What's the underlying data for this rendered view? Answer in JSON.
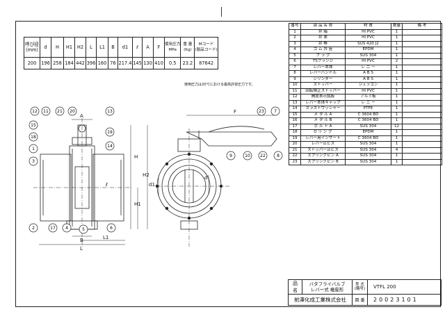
{
  "dims_table": {
    "headers": [
      "呼び径\n(mm)",
      "d",
      "H",
      "H1",
      "H2",
      "L",
      "L1",
      "B",
      "d1",
      "ℓ",
      "A",
      "F",
      "使用圧力\nMPa",
      "重 量\n(Kg)",
      "Mコード\n(製品コード)"
    ],
    "values": [
      "200",
      "196",
      "258",
      "184",
      "442",
      "396",
      "160",
      "76",
      "217.4",
      "145",
      "130",
      "410",
      "0.5",
      "23.2",
      "87642"
    ]
  },
  "pressure_note": "使用圧力は20℃における最高許容圧力です。",
  "parts_table": {
    "headers": [
      "番号",
      "部 品 名 称",
      "材 質",
      "数量",
      "備 考"
    ],
    "rows": [
      [
        "1",
        "弁 箱",
        "HI PVC",
        "1",
        ""
      ],
      [
        "2",
        "弁 体",
        "HI PVC",
        "1",
        ""
      ],
      [
        "3",
        "弁 棒",
        "SUS 420 J2",
        "1",
        ""
      ],
      [
        "4",
        "ゴ ム 弁 座",
        "EPDM",
        "1",
        ""
      ],
      [
        "5",
        "プ ラ グ",
        "SUS 304",
        "1",
        ""
      ],
      [
        "6",
        "TSフランジ",
        "HI PVC",
        "2",
        ""
      ],
      [
        "7",
        "レバー本体",
        "レ ニ ー",
        "1",
        ""
      ],
      [
        "8",
        "レバーハンドル",
        "A B S",
        "1",
        ""
      ],
      [
        "9",
        "シリンダー",
        "A B S",
        "1",
        ""
      ],
      [
        "10",
        "ストッパー",
        "ジュラコン",
        "1",
        ""
      ],
      [
        "11",
        "回転規正ストッパー",
        "HI PVC",
        "1",
        ""
      ],
      [
        "12",
        "開度表示銘板",
        "アルミ板",
        "1",
        ""
      ],
      [
        "13",
        "レバー本体キャップ",
        "レ ニ ー",
        "1",
        ""
      ],
      [
        "14",
        "スラストワッシャー",
        "PTFE",
        "1",
        ""
      ],
      [
        "15",
        "メ タ ル A",
        "C 3604 BD",
        "1",
        ""
      ],
      [
        "16",
        "メ タ ル B",
        "C 3604 BD",
        "1",
        ""
      ],
      [
        "17",
        "ボ ル ト A",
        "SUS 304",
        "12",
        ""
      ],
      [
        "18",
        "O リ ン グ",
        "EPDM",
        "1",
        ""
      ],
      [
        "19",
        "レバー用インサート",
        "C 3604 BD",
        "1",
        ""
      ],
      [
        "20",
        "レバー止ビス",
        "SUS 304",
        "1",
        ""
      ],
      [
        "21",
        "ストッパー止ビス",
        "SUS 304",
        "4",
        ""
      ],
      [
        "22",
        "スプリングピン A",
        "SUS 304",
        "1",
        ""
      ],
      [
        "23",
        "スプリングピン B",
        "SUS 304",
        "1",
        ""
      ]
    ]
  },
  "title_block": {
    "name_label": "品 名",
    "name_line1": "バタフライバルブ",
    "name_line2": "レバー式 複座形",
    "model_label": "型 式\n(略号)",
    "model": "VTFL 200",
    "company": "前澤化成工業株式会社",
    "drawing_no_label": "図 番",
    "drawing_no": "20023101"
  },
  "drawing_labels": {
    "left_callouts": [
      "12",
      "11",
      "21",
      "20",
      "13",
      "15",
      "18",
      "1",
      "3",
      "19",
      "14",
      "2",
      "17",
      "4",
      "5",
      "6"
    ],
    "right_callouts": [
      "23",
      "7",
      "9",
      "10",
      "22",
      "8"
    ],
    "dims": {
      "A": "A",
      "B": "B",
      "L": "L",
      "L1": "L1",
      "H": "H",
      "H1": "H1",
      "H2": "H2",
      "F": "F",
      "d": "d",
      "d1": "d1",
      "l": "ℓ"
    }
  }
}
